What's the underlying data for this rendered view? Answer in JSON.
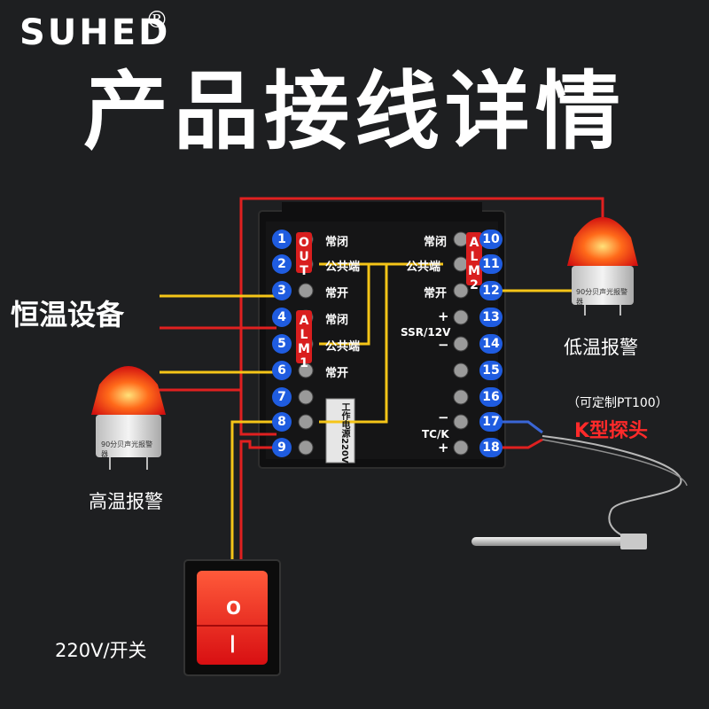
{
  "brand": {
    "name": "SUHED",
    "mark": "®"
  },
  "title": "产品接线详情",
  "labels": {
    "thermostat_device": "恒温设备",
    "low_alarm": "低温报警",
    "high_alarm": "高温报警",
    "switch": "220V/开关",
    "probe_note": "（可定制PT100）",
    "probe_type": "K型探头"
  },
  "controller": {
    "left_terminals": [
      {
        "num": "1",
        "label": "常闭"
      },
      {
        "num": "2",
        "label": "公共端"
      },
      {
        "num": "3",
        "label": "常开"
      },
      {
        "num": "4",
        "label": "常闭"
      },
      {
        "num": "5",
        "label": "公共端"
      },
      {
        "num": "6",
        "label": "常开"
      },
      {
        "num": "7",
        "label": ""
      },
      {
        "num": "8",
        "label": ""
      },
      {
        "num": "9",
        "label": ""
      }
    ],
    "right_terminals": [
      {
        "num": "10",
        "label": "常闭"
      },
      {
        "num": "11",
        "label": "公共端"
      },
      {
        "num": "12",
        "label": "常开"
      },
      {
        "num": "13",
        "label": "+"
      },
      {
        "num": "14",
        "label": "−"
      },
      {
        "num": "15",
        "label": ""
      },
      {
        "num": "16",
        "label": ""
      },
      {
        "num": "17",
        "label": "−"
      },
      {
        "num": "18",
        "label": "+"
      }
    ],
    "ssr_label": "SSR/12V",
    "tc_label": "TC/K",
    "groups": {
      "out": "OUT",
      "alm1": "ALM1",
      "alm2": "ALM2"
    },
    "power_label": "工作电源220V"
  },
  "lamp_text": "90分贝声光报警器",
  "switch_marks": {
    "on": "—",
    "off": "O"
  },
  "colors": {
    "background": "#1e1f21",
    "wire_red": "#e02020",
    "wire_yellow": "#f5c518",
    "terminal_badge": "#1f5ce0",
    "alarm_red": "#ff2a2a"
  }
}
